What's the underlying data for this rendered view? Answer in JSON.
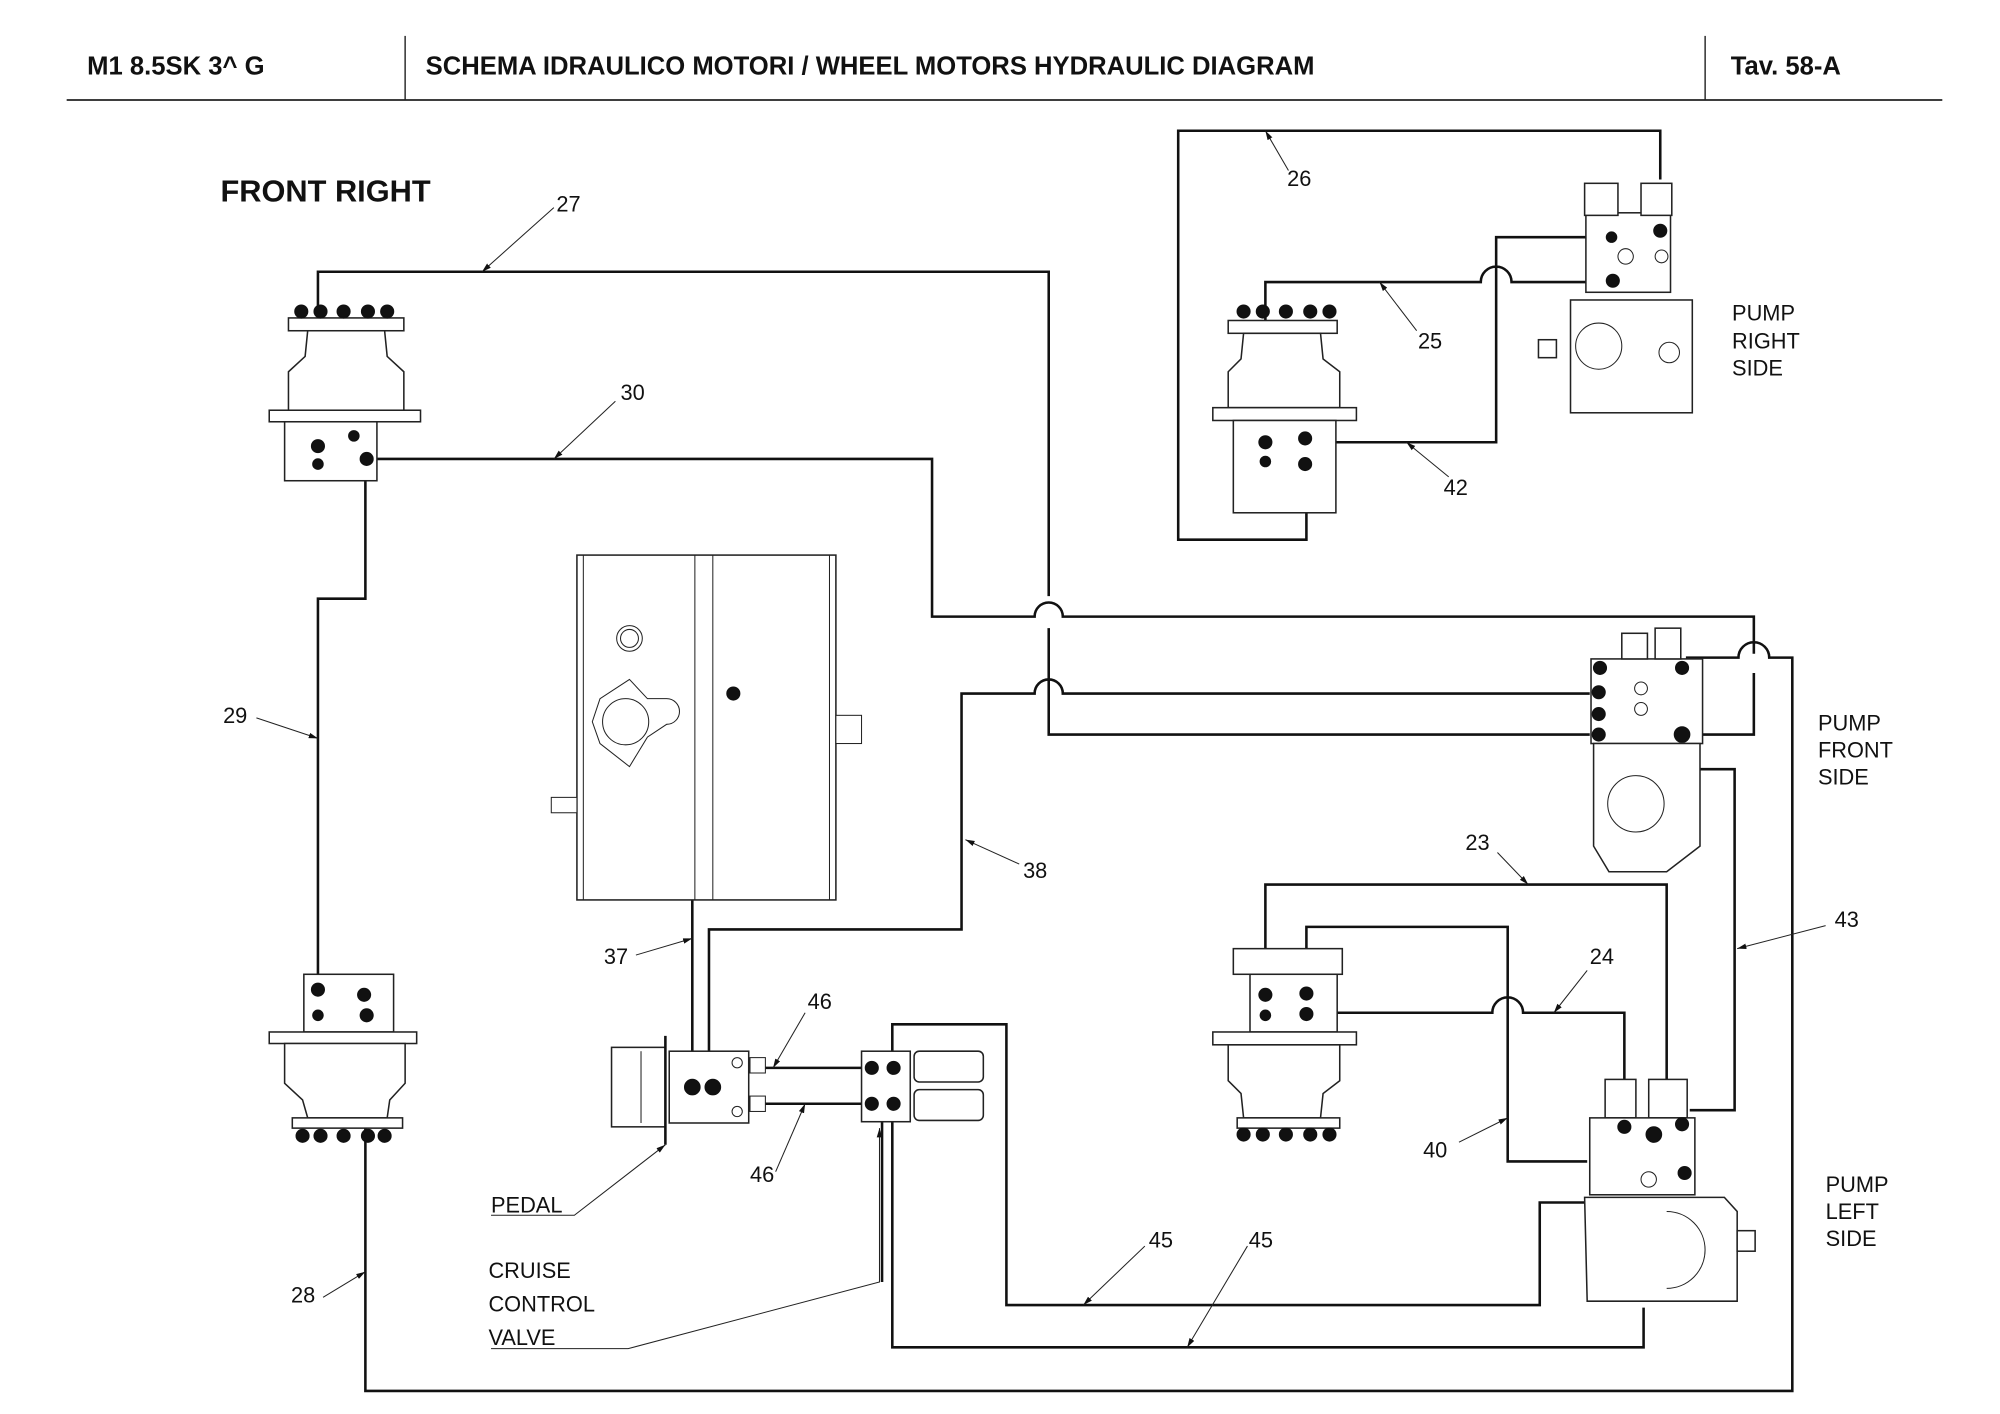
{
  "header": {
    "model": "M1 8.5SK 3^ G",
    "title": "SCHEMA IDRAULICO MOTORI / WHEEL MOTORS HYDRAULIC DIAGRAM",
    "table_ref": "Tav.  58-A"
  },
  "section_title": "FRONT RIGHT",
  "components": {
    "pump_right": [
      "PUMP",
      "RIGHT",
      "SIDE"
    ],
    "pump_front": [
      "PUMP",
      "FRONT",
      "SIDE"
    ],
    "pump_left": [
      "PUMP",
      "LEFT",
      "SIDE"
    ],
    "pedal": "PEDAL",
    "cruise_valve": [
      "CRUISE",
      "CONTROL",
      "VALVE"
    ]
  },
  "callouts": {
    "c27": "27",
    "c30": "30",
    "c29": "29",
    "c28": "28",
    "c26": "26",
    "c25": "25",
    "c42": "42",
    "c37": "37",
    "c38": "38",
    "c46a": "46",
    "c46b": "46",
    "c23": "23",
    "c24": "24",
    "c43": "43",
    "c40": "40",
    "c45a": "45",
    "c45b": "45"
  }
}
